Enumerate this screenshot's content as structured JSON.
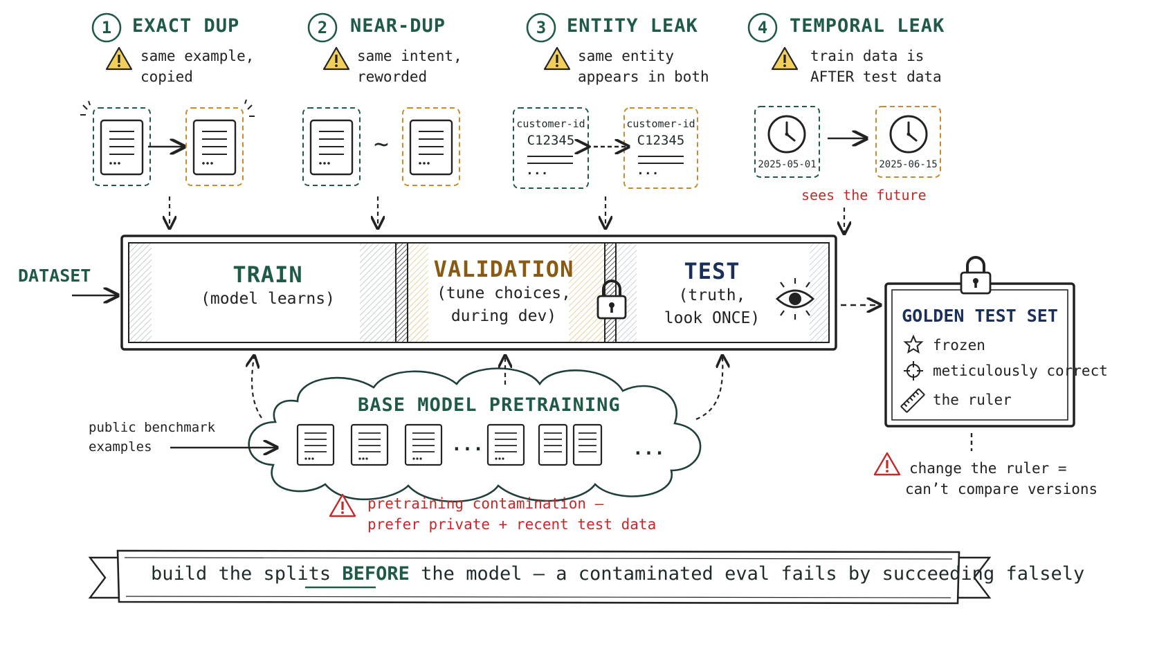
{
  "leak_types": [
    {
      "number": "1",
      "title": "EXACT DUP",
      "warning_line1": "same example,",
      "warning_line2": "copied"
    },
    {
      "number": "2",
      "title": "NEAR-DUP",
      "warning_line1": "same intent,",
      "warning_line2": "reworded"
    },
    {
      "number": "3",
      "title": "ENTITY LEAK",
      "warning_line1": "same entity",
      "warning_line2": "appears in both"
    },
    {
      "number": "4",
      "title": "TEMPORAL LEAK",
      "warning_line1": "train data is",
      "warning_line2": "AFTER test data"
    }
  ],
  "doc_ellipsis": "...",
  "near_dup_symbol": "~",
  "entity": {
    "label": "customer-id",
    "value": "C12345"
  },
  "dates": {
    "first": "2025-05-01",
    "second": "2025-06-15"
  },
  "future_note": "sees the future",
  "dataset_label": "DATASET",
  "splits": {
    "train": {
      "title": "TRAIN",
      "sub": "(model learns)"
    },
    "validation": {
      "title": "VALIDATION",
      "sub1": "(tune choices,",
      "sub2": "during dev)"
    },
    "test": {
      "title": "TEST",
      "sub1": "(truth,",
      "sub2": "look ONCE)"
    }
  },
  "pretraining": {
    "title": "BASE MODEL PRETRAINING",
    "source_line1": "public benchmark",
    "source_line2": "examples",
    "dots_mid": "...",
    "dots_end": "...",
    "warning_line1": "pretraining contamination —",
    "warning_line2": "prefer private + recent test data"
  },
  "golden": {
    "title": "GOLDEN TEST SET",
    "items": [
      "frozen",
      "meticulously correct",
      "the ruler"
    ],
    "warning_line1": "change the ruler =",
    "warning_line2": "can’t compare versions"
  },
  "banner": {
    "part1": "build the splits",
    "emphasis": "BEFORE",
    "part2": "the model — a contaminated eval fails by succeeding falsely"
  },
  "colors": {
    "train_accent": "#1e5a47",
    "validation_accent": "#8a5a12",
    "test_accent": "#1a2f5a",
    "warning_red": "#c62828",
    "warning_yellow": "#f2cf5b"
  },
  "icons": [
    "warning-icon",
    "document-icon",
    "clock-icon",
    "lock-icon",
    "eye-icon",
    "star-icon",
    "crosshair-icon",
    "ruler-icon"
  ]
}
